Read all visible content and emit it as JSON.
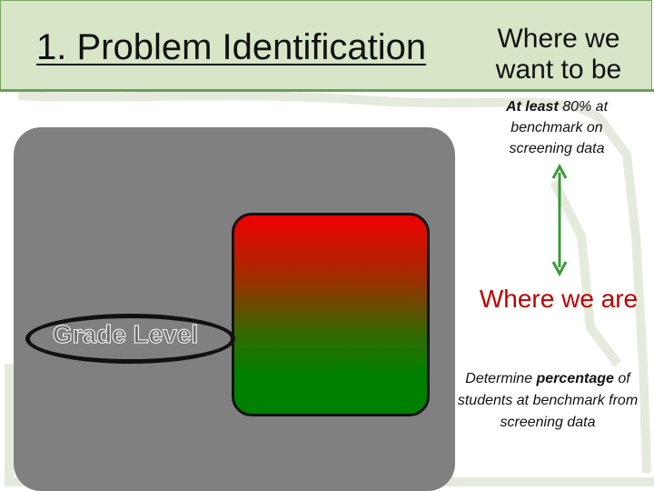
{
  "slide": {
    "title": "1. Problem Identification",
    "target": {
      "heading": "Where we want to be",
      "desc_bold": "At least",
      "desc_rest": " 80% at benchmark on screening data"
    },
    "current": {
      "heading": "Where we are",
      "desc_pre": "Determine ",
      "desc_bold": "percentage",
      "desc_post": " of students at benchmark from screening data"
    },
    "grade_level_label": "Grade Level"
  },
  "colors": {
    "header_band": "#d6e6c7",
    "header_rule": "#6e9e57",
    "grade_panel": "#808080",
    "gradient_top": "#ee0000",
    "gradient_bottom": "#008000",
    "arrow": "#3a9a3a",
    "current_heading": "#c00000"
  },
  "icons": {
    "gap_arrow": "double-headed-vertical-arrow-icon"
  }
}
